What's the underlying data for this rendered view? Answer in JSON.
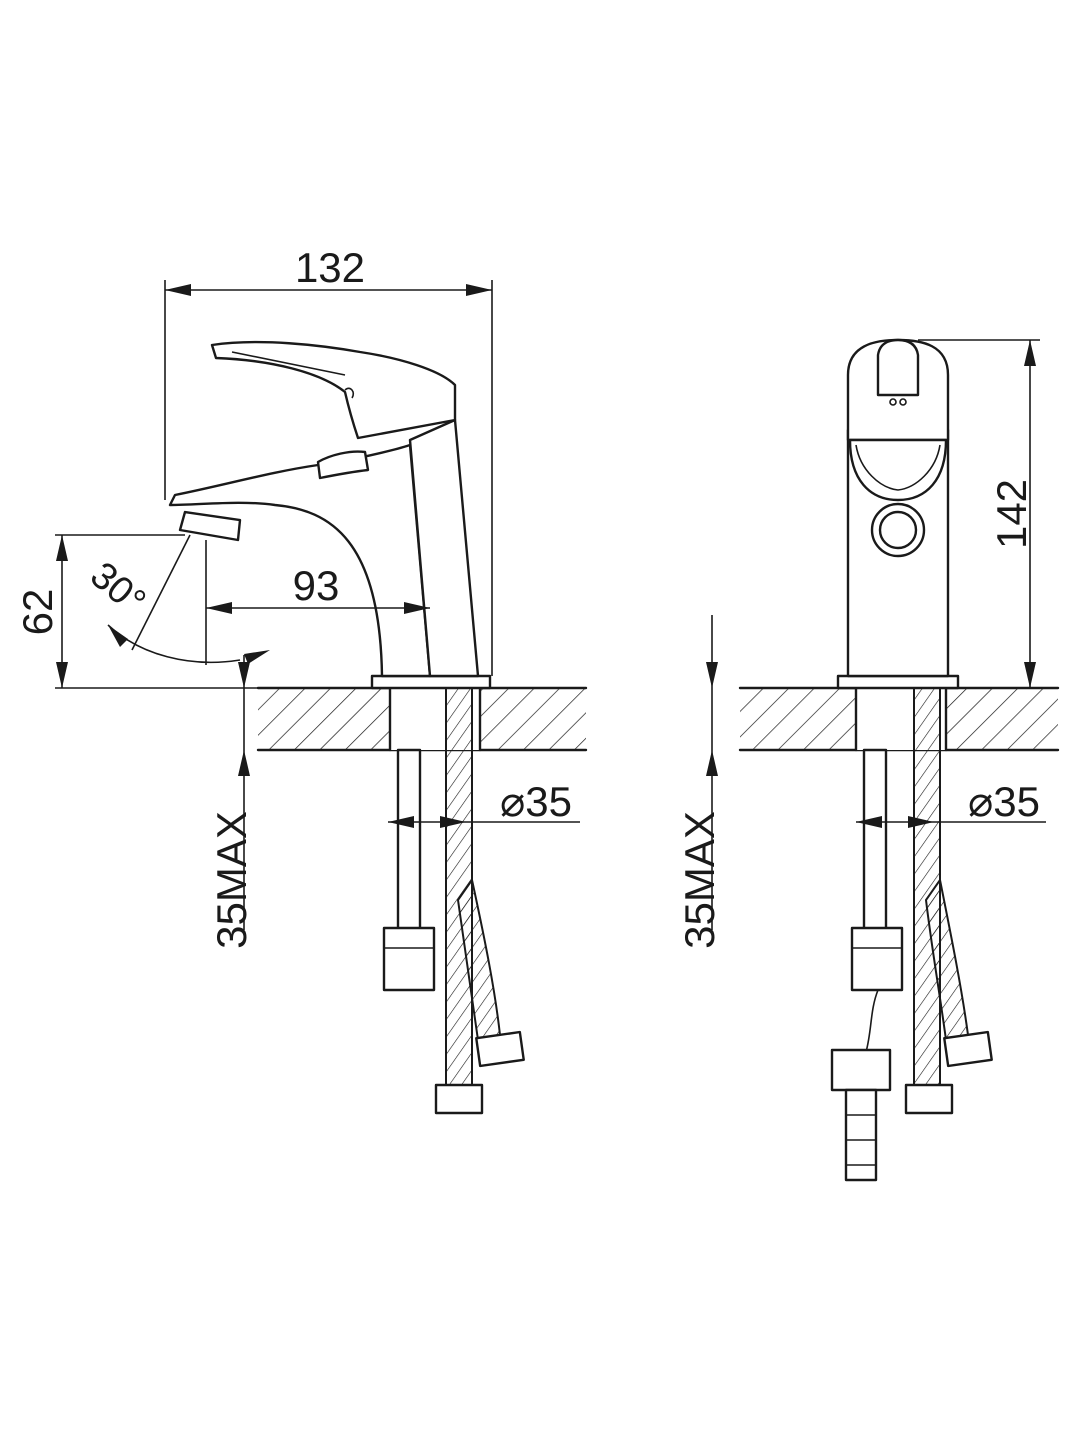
{
  "dimensions": {
    "width": "132",
    "height_side": "62",
    "angle": "30°",
    "spout_reach": "93",
    "height_front": "142",
    "hole_side": "⌀35",
    "hole_front": "⌀35",
    "max_thickness_side": "35MAX",
    "max_thickness_front": "35MAX"
  },
  "colors": {
    "line": "#1a1a1a",
    "background": "#ffffff"
  }
}
